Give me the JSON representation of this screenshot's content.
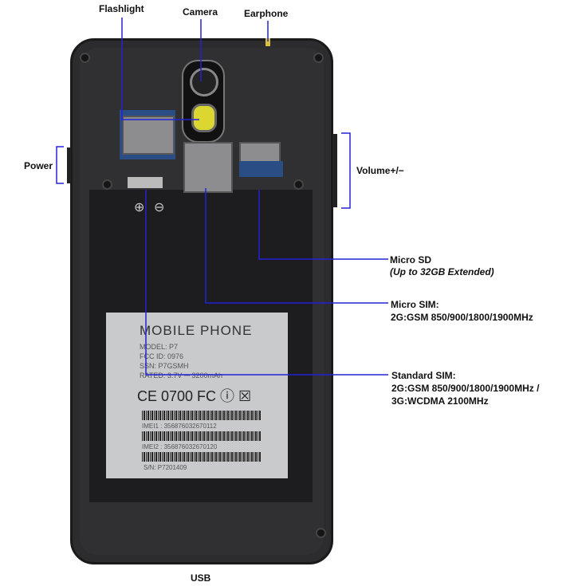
{
  "labels": {
    "flashlight": "Flashlight",
    "camera": "Camera",
    "earphone": "Earphone",
    "power": "Power",
    "volume": "Volume+/−",
    "micro_sd": "Micro SD",
    "micro_sd_note": "(Up to 32GB Extended)",
    "micro_sim": "Micro SIM:",
    "micro_sim_bands": "2G:GSM 850/900/1800/1900MHz",
    "standard_sim": "Standard SIM:",
    "standard_sim_bands_2g": "2G:GSM 850/900/1800/1900MHz /",
    "standard_sim_bands_3g": "3G:WCDMA 2100MHz",
    "usb": "USB"
  },
  "battery": {
    "title": "MOBILE   PHONE",
    "model": "MODEL: P7",
    "fcc": "FCC ID: 0976",
    "ssn": "SSN: P7GSMH",
    "rated": "RATED: 3.7V ⎓ 3200mAh",
    "certs": "CE 0700 FC ⓘ ☒",
    "imei1": "IMEI1 :   356876032670112",
    "imei2": "IMEI2 :   356876032670120",
    "sn": "S/N: P7201409"
  },
  "terminals": {
    "plus": "⊕",
    "minus": "⊖"
  },
  "colors": {
    "leader": "#2323d6",
    "body": "#2c2c2e",
    "flash": "#dcd630",
    "pcb": "#2a4d86"
  }
}
